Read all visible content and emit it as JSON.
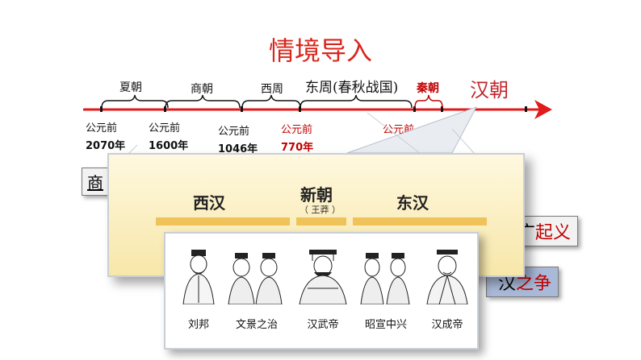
{
  "title": "情境导入",
  "timeline": {
    "dynasties": [
      {
        "label": "夏朝"
      },
      {
        "label": "商朝"
      },
      {
        "label": "西周"
      },
      {
        "label": "东周(春秋战国)"
      },
      {
        "label": "秦朝"
      },
      {
        "label": "汉朝"
      }
    ],
    "dates": [
      {
        "prefix": "公元前",
        "year": "2070年"
      },
      {
        "prefix": "公元前",
        "year": "1600年"
      },
      {
        "prefix": "公元前",
        "year": "1046年"
      },
      {
        "prefix": "公元前",
        "year": "770年"
      },
      {
        "prefix": "公元前",
        "year": ""
      }
    ]
  },
  "side_tags": {
    "left_partial": "商",
    "tag1_prefix": "吴广",
    "tag1_red": "起义",
    "tag2_prefix": "汉",
    "tag2_red": "之争"
  },
  "popup_eras": {
    "west": "西汉",
    "xin": "新朝",
    "xin_sub": "（ 王莽 ）",
    "east": "东汉"
  },
  "popup_figures": [
    {
      "name": "刘邦"
    },
    {
      "name": "文景之治"
    },
    {
      "name": "汉武帝"
    },
    {
      "name": "昭宣中兴"
    },
    {
      "name": "汉成帝"
    }
  ],
  "colors": {
    "accent_red": "#d9261c",
    "bar_gold": "#f0c25a"
  }
}
